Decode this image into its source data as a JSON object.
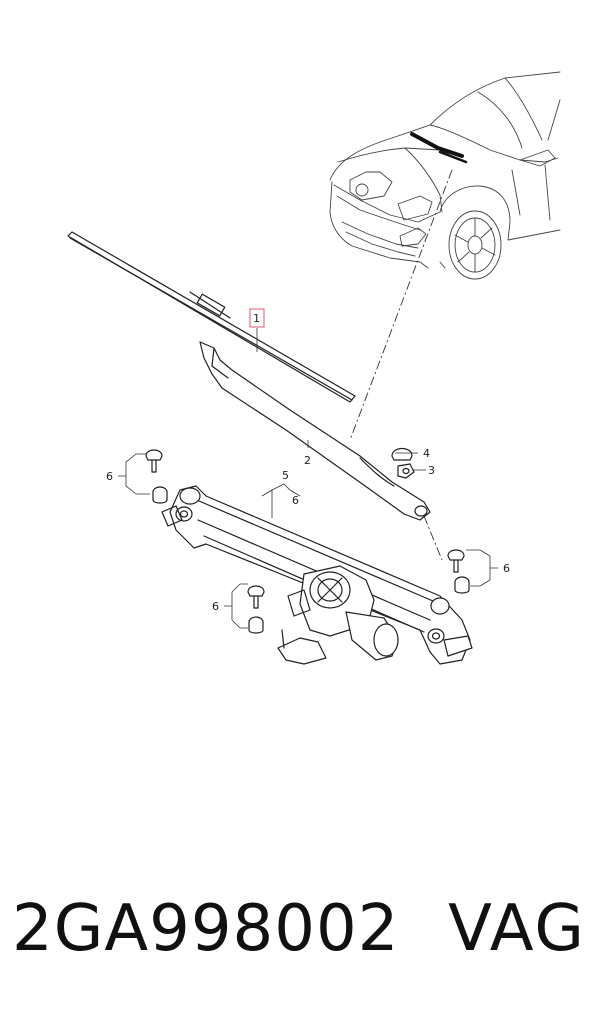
{
  "diagram": {
    "callouts": {
      "c1": "1",
      "c2": "2",
      "c3": "3",
      "c4": "4",
      "c5": "5",
      "c6_under5": "6",
      "c6_left_top": "6",
      "c6_left_bottom": "6",
      "c6_right": "6"
    },
    "highlight_color": "#e05a6a"
  },
  "footer": {
    "part_number": "2GA998002",
    "brand": "VAG"
  }
}
